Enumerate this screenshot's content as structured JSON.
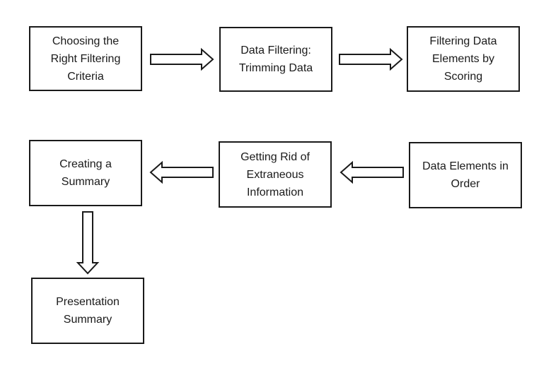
{
  "boxes": {
    "choosing_criteria": "Choosing the Right Filtering Criteria",
    "data_filtering": "Data Filtering: Trimming Data",
    "filtering_by_scoring": "Filtering Data Elements by Scoring",
    "creating_summary": "Creating a Summary",
    "getting_rid": "Getting Rid of Extraneous Information",
    "elements_in_order": "Data Elements in Order",
    "presentation_summary": "Presentation Summary"
  }
}
